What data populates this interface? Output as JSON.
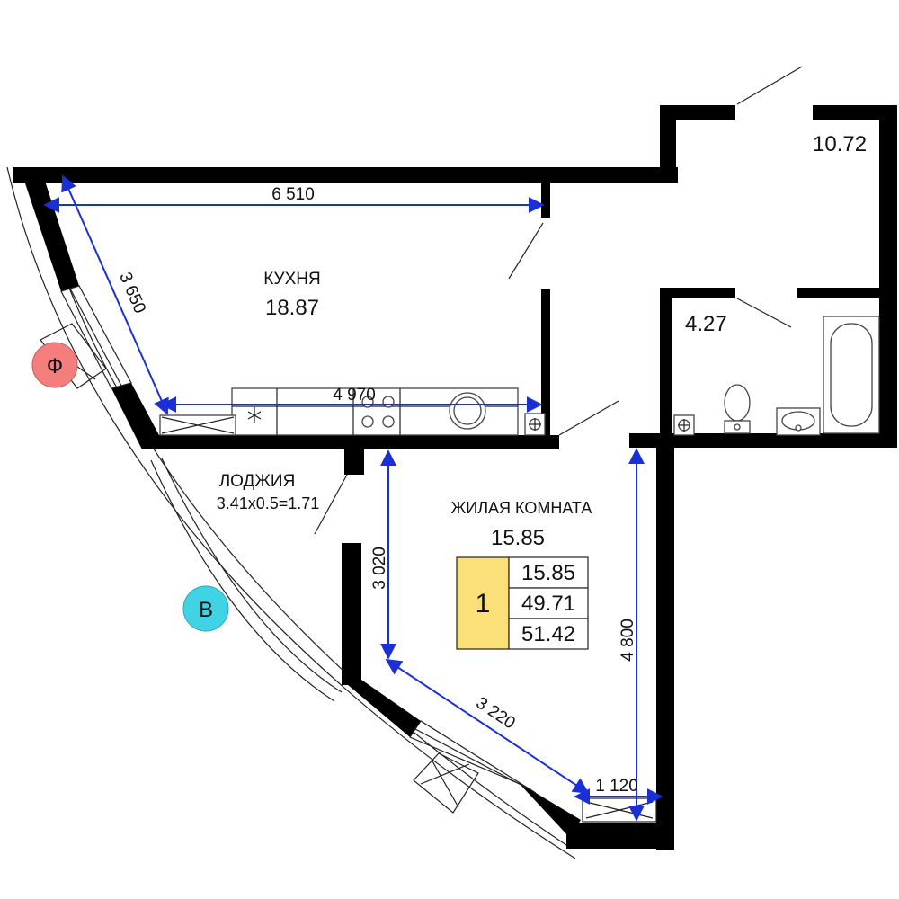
{
  "rooms": {
    "kitchen": {
      "name": "КУХНЯ",
      "area": "18.87"
    },
    "living": {
      "name": "ЖИЛАЯ КОМНАТА",
      "area": "15.85"
    },
    "loggia": {
      "name": "ЛОДЖИЯ",
      "formula": "3.41x0.5=1.71"
    },
    "bathroom": {
      "area": "4.27"
    },
    "hall": {
      "area": "10.72"
    }
  },
  "dimensions": {
    "kitchen_width": "6 510",
    "kitchen_diagonal": "3 650",
    "counter_length": "4 970",
    "living_height": "3 020",
    "living_right": "4 800",
    "living_diagonal": "3 220",
    "window_bottom": "1 120"
  },
  "apartment_box": {
    "rooms_count": "1",
    "living_area": "15.85",
    "total_area": "49.71",
    "total_area_with_loggia": "51.42",
    "badge_color": "#fbe07a"
  },
  "markers": {
    "facade": {
      "letter": "Ф",
      "color": "#f47e7e"
    },
    "view": {
      "letter": "В",
      "color": "#3fd3e3"
    }
  },
  "colors": {
    "walls": "#000000",
    "dimension_lines": "#1a2fd6"
  }
}
